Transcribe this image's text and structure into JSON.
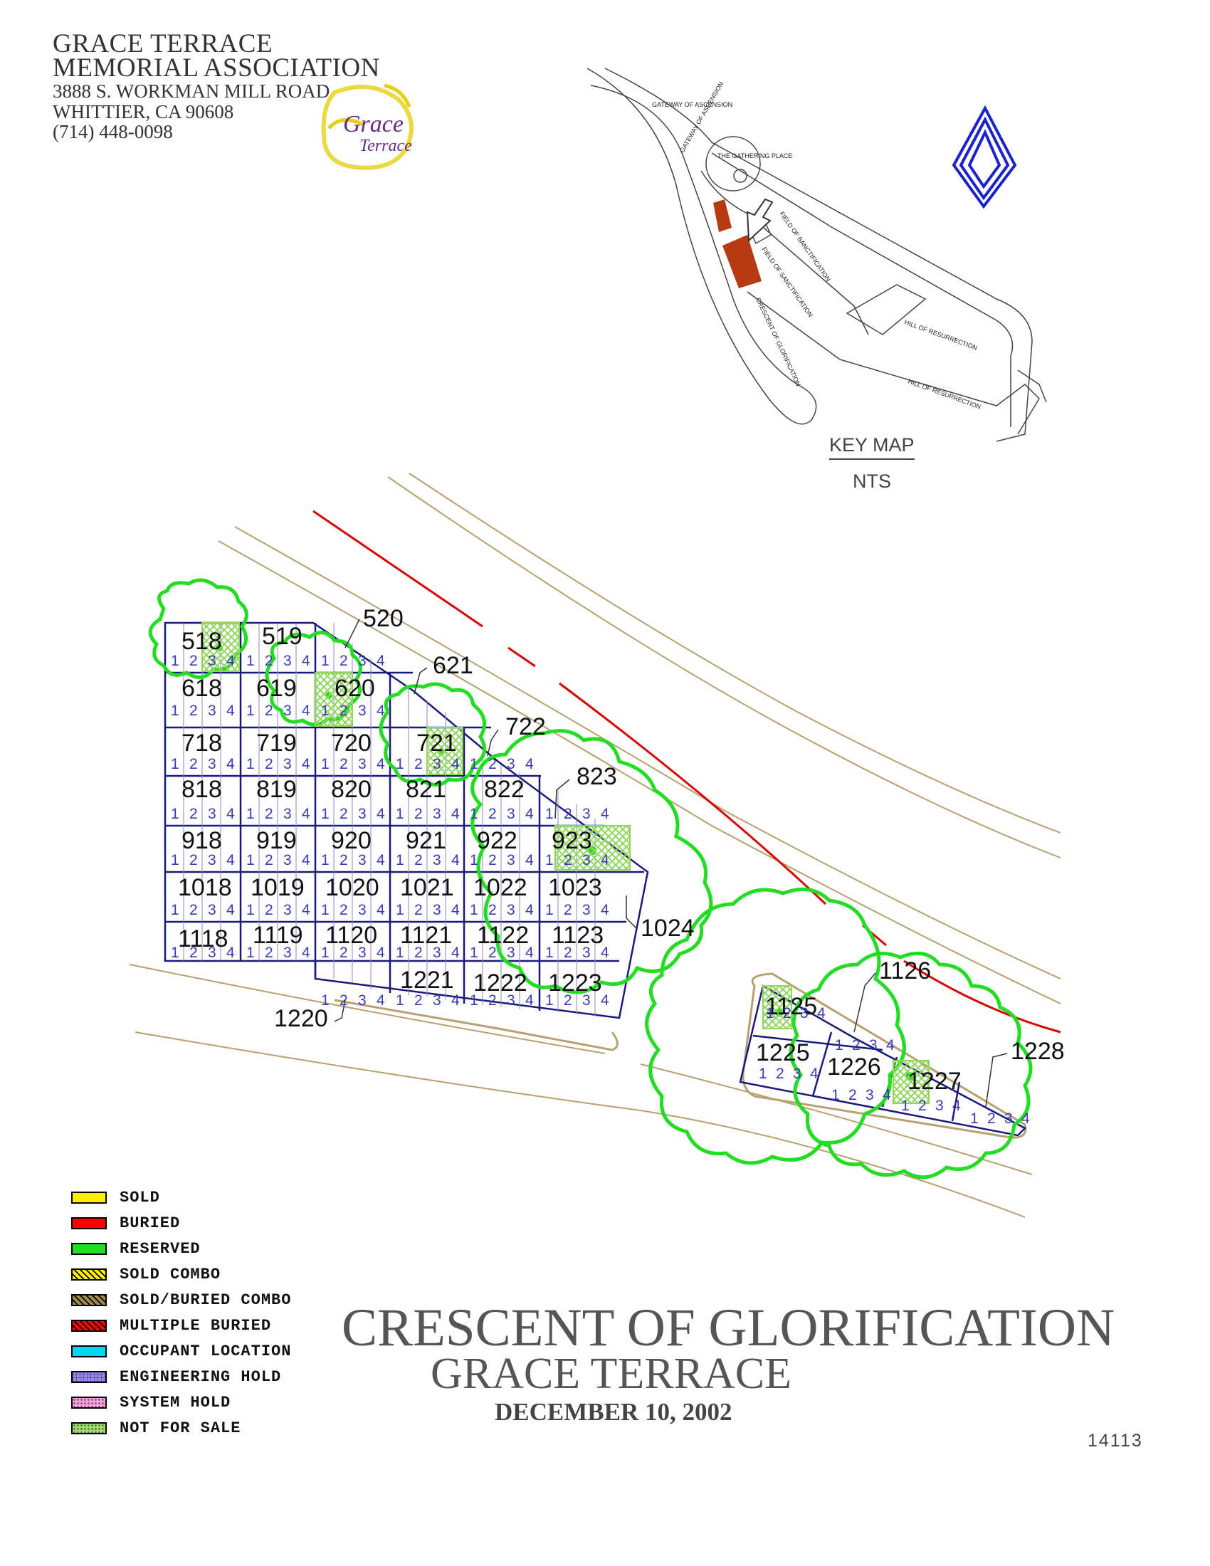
{
  "header": {
    "line1": "GRACE TERRACE",
    "line2": "MEMORIAL ASSOCIATION",
    "line3": "3888 S. WORKMAN MILL ROAD",
    "line4": "WHITTIER, CA  90608",
    "line5": "(714) 448-0098",
    "logo_text_1": "Grace",
    "logo_text_2": "Terrace"
  },
  "key_map": {
    "title": "KEY MAP",
    "scale": "NTS",
    "areas": [
      "GATEWAY OF ASCENSION",
      "GATEWAY OF ASCENSION",
      "THE GATHERING PLACE",
      "FIELD OF SANCTIFICATION",
      "FIELD OF SANCTIFICATION",
      "CRESCENT OF GLORIFICATION",
      "HILL OF RESURRECTION",
      "HILL OF RESURRECTION"
    ]
  },
  "legend": [
    {
      "label": "SOLD",
      "color": "#ffee00",
      "pattern": "solid"
    },
    {
      "label": "BURIED",
      "color": "#ff0000",
      "pattern": "solid"
    },
    {
      "label": "RESERVED",
      "color": "#22dd22",
      "pattern": "solid"
    },
    {
      "label": "SOLD COMBO",
      "color": "#ffee00",
      "pattern": "hatch"
    },
    {
      "label": "SOLD/BURIED COMBO",
      "color": "#a08a50",
      "pattern": "hatch"
    },
    {
      "label": "MULTIPLE BURIED",
      "color": "#ff0000",
      "pattern": "hatch"
    },
    {
      "label": "OCCUPANT LOCATION",
      "color": "#00d8f0",
      "pattern": "solid"
    },
    {
      "label": "ENGINEERING HOLD",
      "color": "#9b8ee0",
      "pattern": "grid"
    },
    {
      "label": "SYSTEM HOLD",
      "color": "#ff9ce0",
      "pattern": "dots"
    },
    {
      "label": "NOT FOR SALE",
      "color": "#9be06a",
      "pattern": "dots"
    }
  ],
  "title": {
    "main": "CRESCENT OF GLORIFICATION",
    "sub": "GRACE TERRACE",
    "date": "DECEMBER 10, 2002",
    "code": "14113"
  },
  "plots": {
    "row5": [
      "518",
      "519",
      "520"
    ],
    "row6": [
      "618",
      "619",
      "620",
      "621"
    ],
    "row7": [
      "718",
      "719",
      "720",
      "721",
      "722"
    ],
    "row8": [
      "818",
      "819",
      "820",
      "821",
      "822",
      "823"
    ],
    "row9": [
      "918",
      "919",
      "920",
      "921",
      "922",
      "923"
    ],
    "row10": [
      "1018",
      "1019",
      "1020",
      "1021",
      "1022",
      "1023",
      "1024"
    ],
    "row11": [
      "1118",
      "1119",
      "1120",
      "1121",
      "1122",
      "1123"
    ],
    "row12": [
      "1220",
      "1221",
      "1222",
      "1223"
    ],
    "east": [
      "1125",
      "1126",
      "1225",
      "1226",
      "1227",
      "1228"
    ],
    "subplots": [
      "1",
      "2",
      "3",
      "4"
    ]
  },
  "colors": {
    "tree": "#22dd22",
    "road": "#b8a070",
    "boundary": "#dd0000",
    "grid_blue": "#1a1a7a",
    "sub_blue": "#3b3bb5",
    "keymap_highlight": "#b83a12",
    "north_arrow": "#1a22cc"
  }
}
